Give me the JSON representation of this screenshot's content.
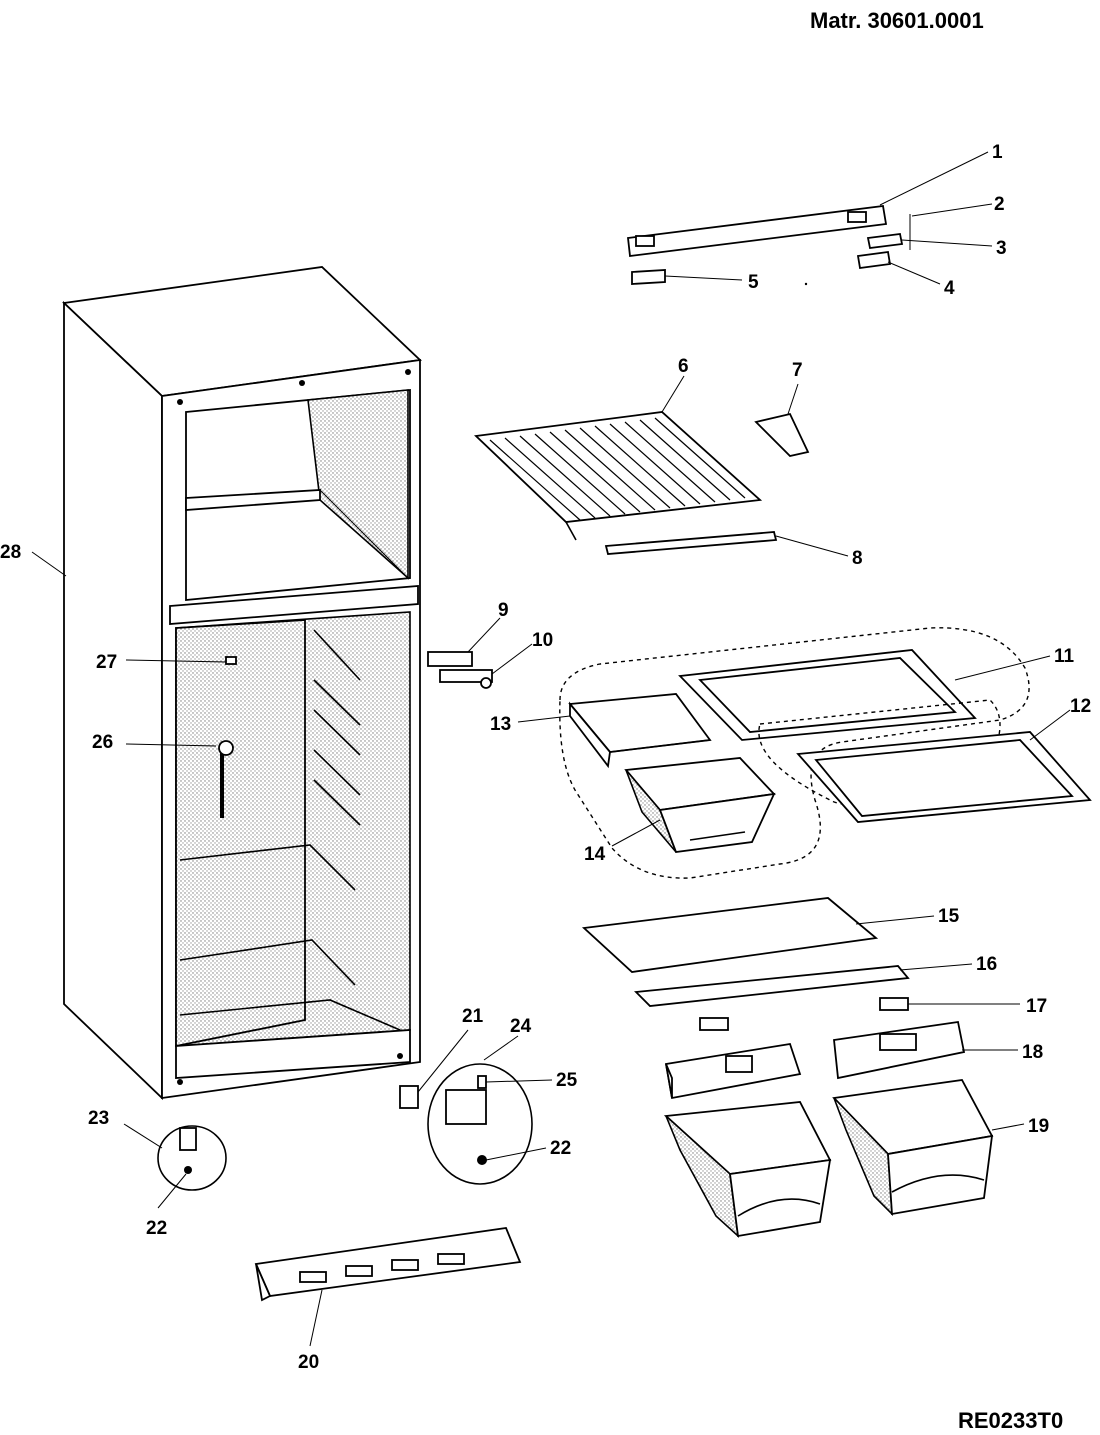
{
  "header": {
    "material_number": "Matr. 30601.0001"
  },
  "footer": {
    "drawing_code": "RE0233T0"
  },
  "callouts": [
    {
      "id": "c1",
      "label": "1"
    },
    {
      "id": "c2",
      "label": "2"
    },
    {
      "id": "c3",
      "label": "3"
    },
    {
      "id": "c4",
      "label": "4"
    },
    {
      "id": "c5",
      "label": "5"
    },
    {
      "id": "c6",
      "label": "6"
    },
    {
      "id": "c7",
      "label": "7"
    },
    {
      "id": "c8",
      "label": "8"
    },
    {
      "id": "c9",
      "label": "9"
    },
    {
      "id": "c10",
      "label": "10"
    },
    {
      "id": "c11",
      "label": "11"
    },
    {
      "id": "c12",
      "label": "12"
    },
    {
      "id": "c13",
      "label": "13"
    },
    {
      "id": "c14",
      "label": "14"
    },
    {
      "id": "c15",
      "label": "15"
    },
    {
      "id": "c16",
      "label": "16"
    },
    {
      "id": "c17",
      "label": "17"
    },
    {
      "id": "c18",
      "label": "18"
    },
    {
      "id": "c19",
      "label": "19"
    },
    {
      "id": "c20",
      "label": "20"
    },
    {
      "id": "c21",
      "label": "21"
    },
    {
      "id": "c22a",
      "label": "22"
    },
    {
      "id": "c22b",
      "label": "22"
    },
    {
      "id": "c23",
      "label": "23"
    },
    {
      "id": "c24",
      "label": "24"
    },
    {
      "id": "c25",
      "label": "25"
    },
    {
      "id": "c26",
      "label": "26"
    },
    {
      "id": "c27",
      "label": "27"
    },
    {
      "id": "c28",
      "label": "28"
    }
  ]
}
